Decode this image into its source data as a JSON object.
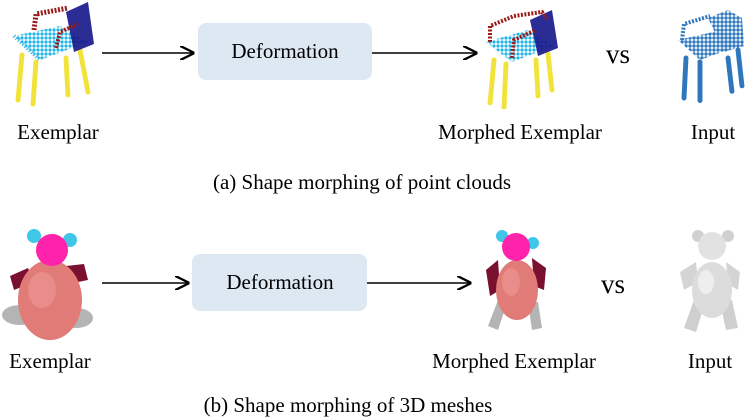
{
  "row_a": {
    "exemplar_label": "Exemplar",
    "box_label": "Deformation",
    "morphed_label": "Morphed Exemplar",
    "vs": "vs",
    "input_label": "Input",
    "caption": "(a) Shape morphing of point clouds"
  },
  "row_b": {
    "exemplar_label": "Exemplar",
    "box_label": "Deformation",
    "morphed_label": "Morphed Exemplar",
    "vs": "vs",
    "input_label": "Input",
    "caption": "(b) Shape morphing of 3D meshes"
  },
  "colors": {
    "box_fill": "#dde8f3",
    "chair_seat": "#22b3e6",
    "chair_back": "#1a1a8c",
    "chair_arm": "#9b1b1b",
    "chair_leg": "#f2e33a",
    "chair_input": "#2f77bd",
    "bear_body": "#e07b78",
    "bear_head": "#ff22aa",
    "bear_ear": "#3fc6e8",
    "bear_arm": "#7a1030",
    "bear_leg": "#b4b4b4",
    "bear_input": "#d8d8d8"
  },
  "icons": [
    "chair-point-cloud-icon",
    "bear-mesh-icon",
    "arrow-icon"
  ]
}
